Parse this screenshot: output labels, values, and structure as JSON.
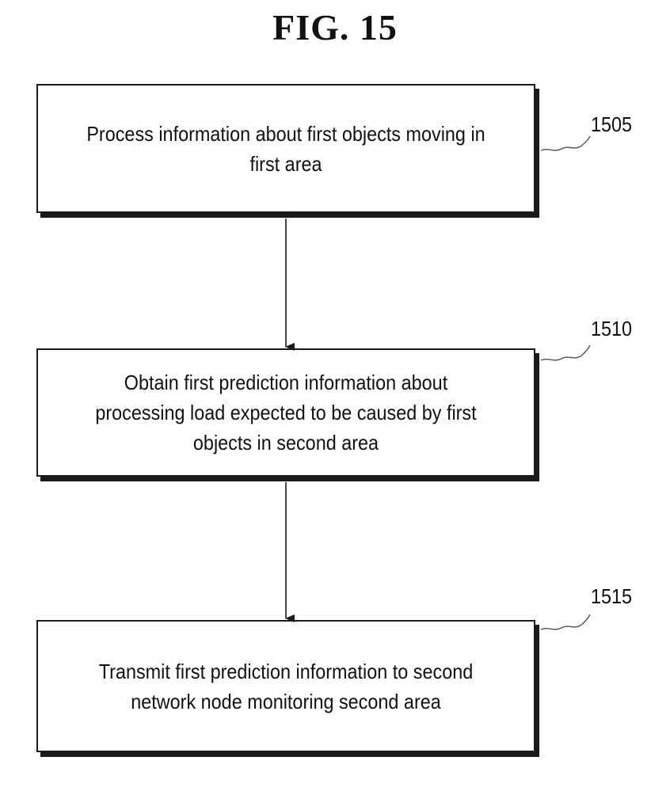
{
  "figure": {
    "title": "FIG. 15"
  },
  "steps": [
    {
      "ref": "1505",
      "text": "Process information about first objects moving in first area"
    },
    {
      "ref": "1510",
      "text": "Obtain first prediction information about processing load expected to be caused by first objects in second area"
    },
    {
      "ref": "1515",
      "text": "Transmit first prediction information to second network node monitoring second area"
    }
  ]
}
